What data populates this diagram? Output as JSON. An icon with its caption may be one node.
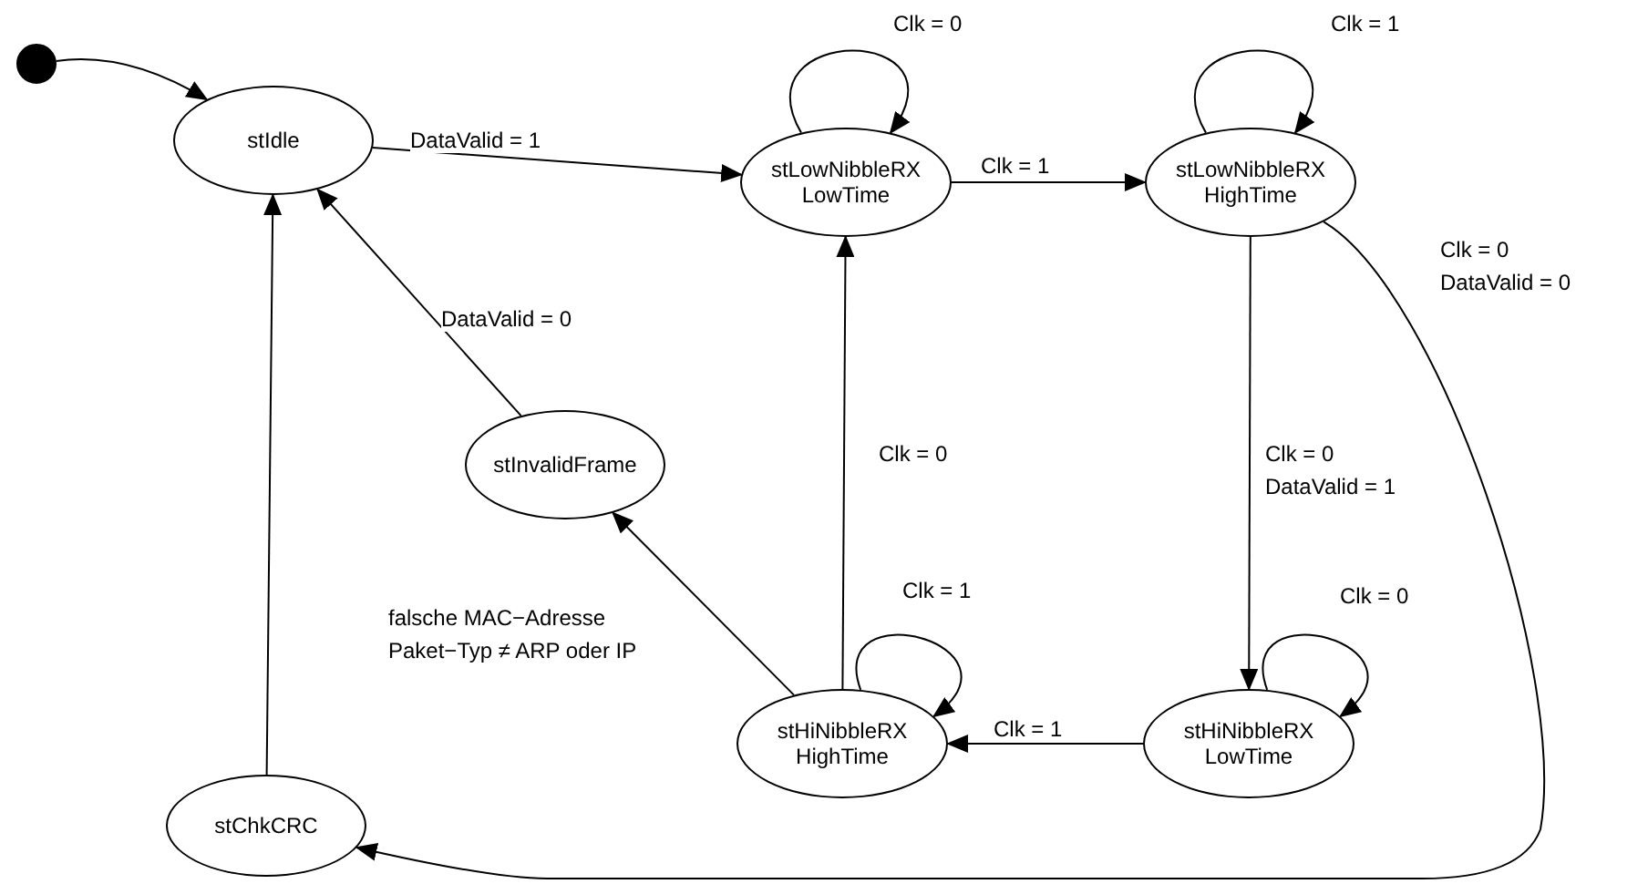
{
  "diagram": {
    "nodes": [
      {
        "text": [],
        "shape": "circle"
      },
      {
        "text": [
          "stIdle"
        ]
      },
      {
        "text": [
          "stLowNibbleRX LowTime"
        ]
      },
      {
        "text": [
          "stLowNibbleRX HighTime"
        ]
      },
      {
        "text": [
          "stInvalidFrame"
        ]
      },
      {
        "text": [
          "stHiNibbleRX HighTime"
        ]
      },
      {
        "text": [
          "stHiNibbleRX LowTime"
        ]
      },
      {
        "text": [
          "stChkCRC"
        ]
      }
    ],
    "edges": [
      {
        "from": 0,
        "to": 1,
        "arrow": "to"
      },
      {
        "from": 1,
        "to": 2,
        "arrow": "to",
        "label": "DataValid = 1"
      },
      {
        "from": 2,
        "to": 2,
        "arrow": "to",
        "label": "Clk = 0"
      },
      {
        "from": 2,
        "to": 3,
        "arrow": "to",
        "label": "Clk = 1"
      },
      {
        "from": 3,
        "to": 3,
        "arrow": "to",
        "label": "Clk = 1"
      },
      {
        "from": 3,
        "to": 7,
        "arrow": "to",
        "label": "Clk = 0 DataValid = 0"
      },
      {
        "from": 3,
        "to": 6,
        "arrow": "to",
        "label": "Clk = 0 DataValid = 1"
      },
      {
        "from": 6,
        "to": 6,
        "arrow": "to",
        "label": "Clk = 0"
      },
      {
        "from": 6,
        "to": 5,
        "arrow": "to",
        "label": "Clk = 1"
      },
      {
        "from": 5,
        "to": 5,
        "arrow": "to",
        "label": "Clk = 1"
      },
      {
        "from": 5,
        "to": 2,
        "arrow": "to",
        "label": "Clk = 0"
      },
      {
        "from": 5,
        "to": 4,
        "arrow": "to",
        "label": "falsche MAC−Adresse Paket−Typ ≠ ARP oder IP"
      },
      {
        "from": 4,
        "to": 1,
        "arrow": "to",
        "label": "DataValid = 0"
      },
      {
        "from": 7,
        "to": 1,
        "arrow": "to"
      }
    ]
  }
}
